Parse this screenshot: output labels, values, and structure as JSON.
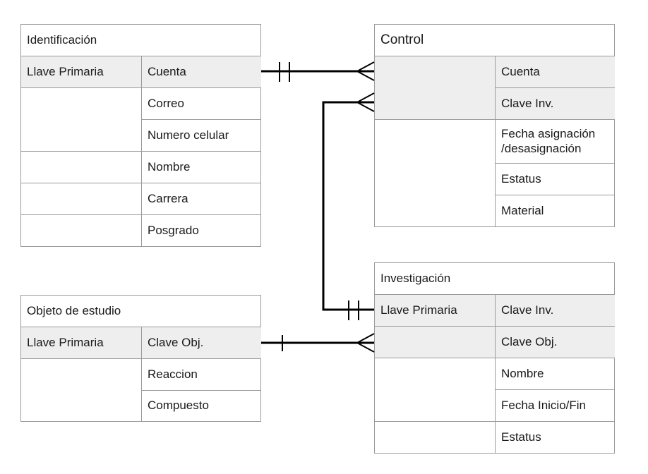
{
  "identificacion": {
    "title": "Identificación",
    "key_label": "Llave Primaria",
    "fields": [
      "Cuenta",
      "Correo",
      "Numero celular",
      "Nombre",
      "Carrera",
      "Posgrado"
    ]
  },
  "control": {
    "title": "Control",
    "fields": [
      "Cuenta",
      "Clave Inv.",
      "Fecha asignación /desasignación",
      "Estatus",
      "Material"
    ]
  },
  "investigacion": {
    "title": "Investigación",
    "key_label": "Llave Primaria",
    "fields": [
      "Clave Inv.",
      "Clave Obj.",
      "Nombre",
      "Fecha Inicio/Fin",
      "Estatus"
    ]
  },
  "objeto": {
    "title": "Objeto de estudio",
    "key_label": "Llave Primaria",
    "fields": [
      "Clave Obj.",
      "Reaccion",
      "Compuesto"
    ]
  },
  "relationships": [
    {
      "from": "Identificación.Cuenta",
      "to": "Control.Cuenta",
      "from_end": "one-and-only-one",
      "to_end": "many"
    },
    {
      "from": "Investigación.Clave Inv.",
      "to": "Control.Clave Inv.",
      "from_end": "one-and-only-one",
      "to_end": "many"
    },
    {
      "from": "Objeto de estudio.Clave Obj.",
      "to": "Investigación.Clave Obj.",
      "from_end": "one",
      "to_end": "many"
    }
  ]
}
